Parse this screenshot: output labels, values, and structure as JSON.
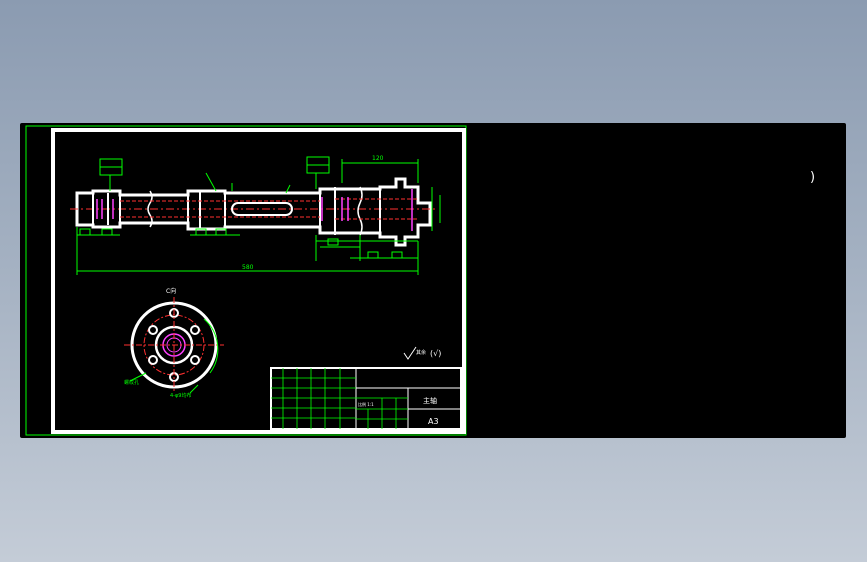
{
  "drawing": {
    "title": "主轴",
    "sheet_size": "A3",
    "view_label": "C向",
    "roughness_note": "其余",
    "roughness_paren": "(√)",
    "scale_text": "比例 1:1",
    "dim_overall_length": "580",
    "dim_right_section": "120",
    "callout_left": "螺纹孔",
    "callout_bottom": "4-φ9均布"
  },
  "colors": {
    "sheet_border": "#ffffff",
    "frame_green": "#00ff00",
    "background": "#000000",
    "red": "#ff3030",
    "magenta": "#ff40ff"
  },
  "icons": {
    "cursor": "mouse-cursor-icon"
  },
  "cursor_glyph": ")"
}
